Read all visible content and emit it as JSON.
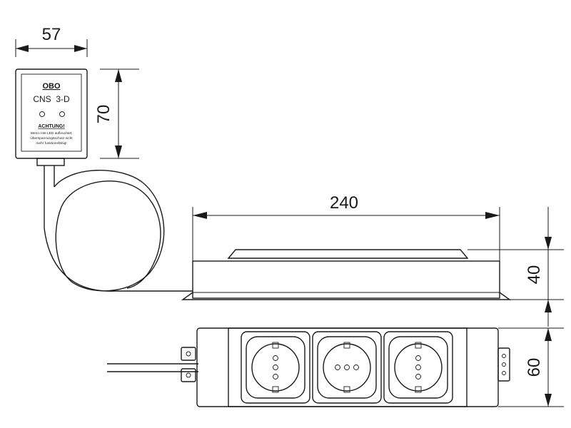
{
  "dimensions": {
    "control_width": "57",
    "control_height": "70",
    "strip_length": "240",
    "strip_height": "40",
    "strip_depth": "60"
  },
  "control_unit": {
    "brand": "OBO",
    "model": "CNS  3-D",
    "warning_title": "ACHTUNG!",
    "warning_line1": "Wenn rote LED aufleuchtet,",
    "warning_line2": "Überspannungsschutz nicht",
    "warning_line3": "mehr funktionsfähig!"
  },
  "colors": {
    "line": "#1a1a1a",
    "background": "#ffffff"
  }
}
